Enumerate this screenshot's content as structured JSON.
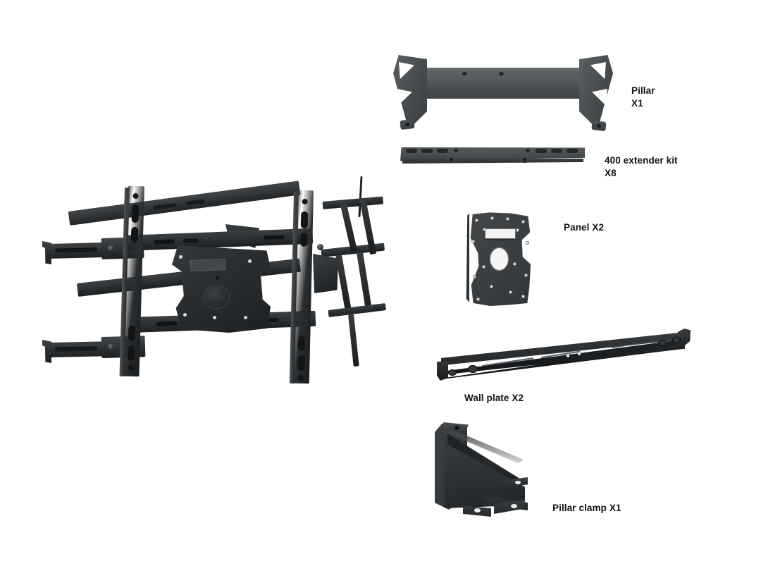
{
  "document": {
    "type": "product-parts-diagram",
    "title": "TV wall mount parts overview",
    "background_color": "#ffffff",
    "text_color": "#121212"
  },
  "assembly": {
    "name": "full-motion-tv-wall-mount-assembly",
    "description": "Articulating dual-arm TV wall mount bracket assembly",
    "color": "#2b2c2e"
  },
  "parts": [
    {
      "id": "pillar",
      "name": "Pillar",
      "quantity": "X1",
      "label": "Pillar\nX1",
      "label_line1": "Pillar",
      "label_line2": "X1",
      "color": "#555a5c"
    },
    {
      "id": "extender-kit",
      "name": "400 extender kit",
      "quantity": "X8",
      "label": "400 extender kit\nX8",
      "label_line1": "400 extender kit",
      "label_line2": "X8",
      "color": "#4b5052"
    },
    {
      "id": "panel",
      "name": "Panel",
      "quantity": "X2",
      "label": "Panel X2",
      "color": "#3c4042"
    },
    {
      "id": "wall-plate",
      "name": "Wall plate",
      "quantity": "X2",
      "label": "Wall plate X2",
      "color": "#1b1e20"
    },
    {
      "id": "pillar-clamp",
      "name": "Pillar clamp",
      "quantity": "X1",
      "label": "Pillar clamp X1",
      "color": "#2e3234"
    }
  ],
  "labels": {
    "pillar": "Pillar\nX1",
    "extender": "400 extender kit\nX8",
    "panel": "Panel X2",
    "wallplate": "Wall plate X2",
    "clamp": "Pillar clamp X1"
  }
}
